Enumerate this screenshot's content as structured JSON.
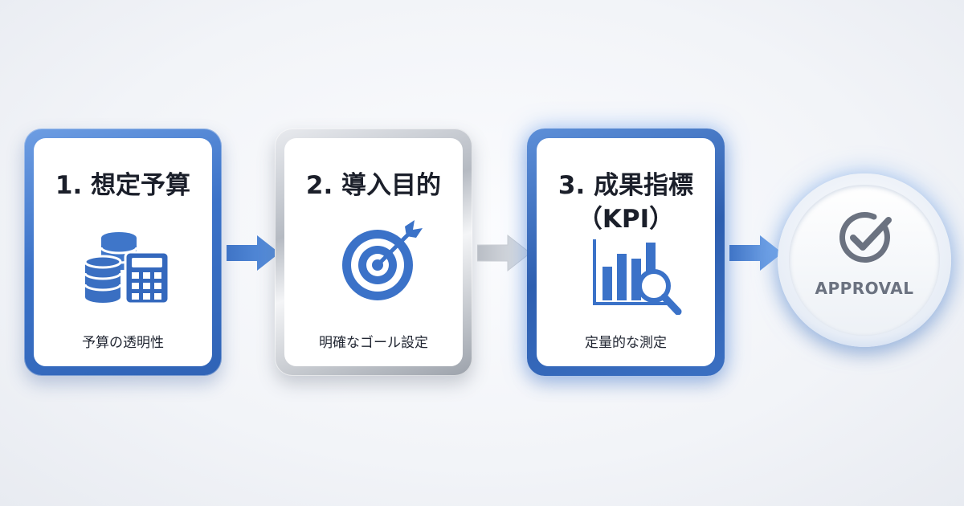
{
  "steps": [
    {
      "title": "1. 想定予算",
      "caption": "予算の透明性",
      "icon": "coins-calculator-icon"
    },
    {
      "title": "2. 導入目的",
      "caption": "明確なゴール設定",
      "icon": "target-arrow-icon"
    },
    {
      "title_line1": "3. 成果指標",
      "title_line2": "（KPI）",
      "caption": "定量的な測定",
      "icon": "bar-chart-magnifier-icon"
    }
  ],
  "final": {
    "label": "APPROVAL",
    "icon": "checkmark-icon"
  },
  "colors": {
    "accent_blue": "#3b72c8",
    "silver": "#b5bac2",
    "text": "#1b1f2a"
  }
}
